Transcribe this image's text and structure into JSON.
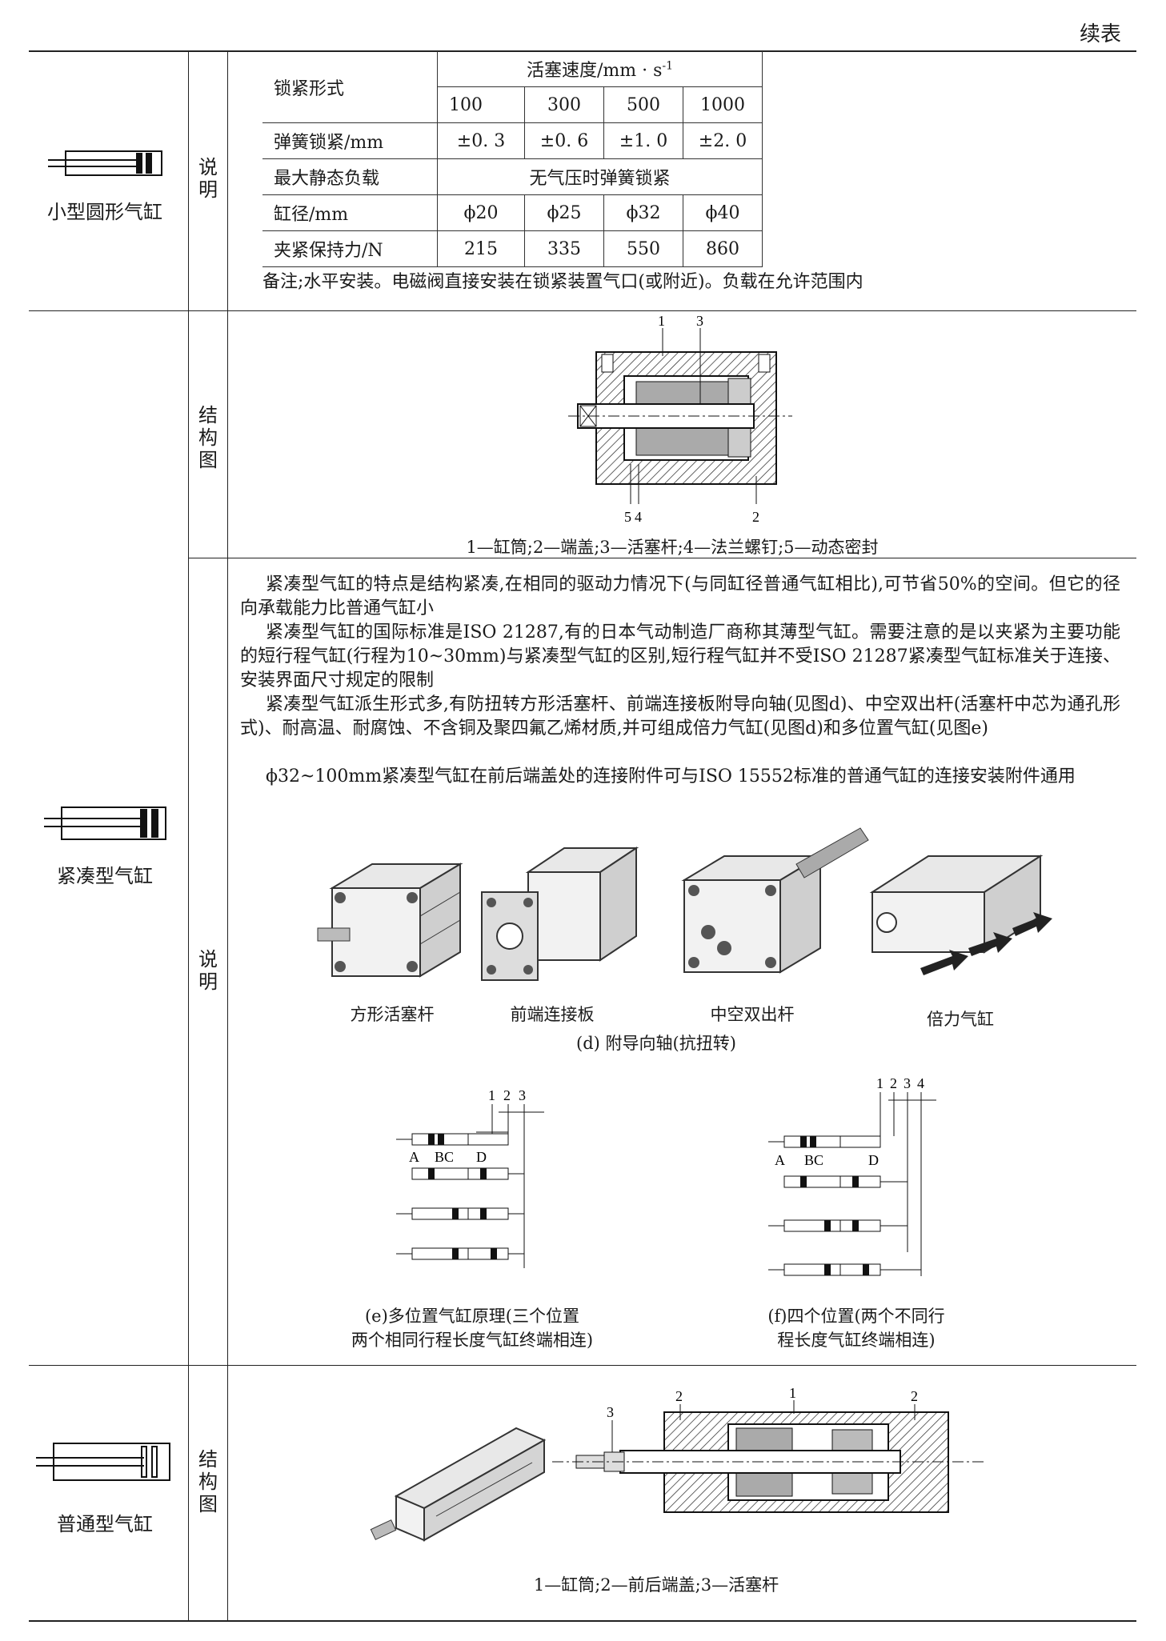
{
  "header": {
    "continued": "续表"
  },
  "row1": {
    "name": "小型圆形气缸",
    "label": [
      "说",
      "明"
    ],
    "table": {
      "lock_type": "锁紧形式",
      "speed_header": "活塞速度/mm · s",
      "speed_exp": "-1",
      "speeds": [
        "100",
        "300",
        "500",
        "1000"
      ],
      "rows": [
        {
          "label": "弹簧锁紧/mm",
          "values": [
            "±0. 3",
            "±0. 6",
            "±1. 0",
            "±2. 0"
          ]
        },
        {
          "label": "最大静态负载",
          "span": "无气压时弹簧锁紧"
        },
        {
          "label": "缸径/mm",
          "values": [
            "ϕ20",
            "ϕ25",
            "ϕ32",
            "ϕ40"
          ]
        },
        {
          "label": "夹紧保持力/N",
          "values": [
            "215",
            "335",
            "550",
            "860"
          ]
        }
      ]
    },
    "note": "备注;水平安装。电磁阀直接安装在锁紧装置气口(或附近)。负载在允许范围内"
  },
  "row2": {
    "label": [
      "结",
      "构",
      "图"
    ],
    "callouts": [
      "1",
      "3",
      "5",
      "4",
      "2"
    ],
    "caption": "1—缸筒;2—端盖;3—活塞杆;4—法兰螺钉;5—动态密封"
  },
  "row3": {
    "name": "紧凑型气缸",
    "label": [
      "说",
      "明"
    ],
    "paragraphs": [
      "紧凑型气缸的特点是结构紧凑,在相同的驱动力情况下(与同缸径普通气缸相比),可节省50%的空间。但它的径向承载能力比普通气缸小",
      "紧凑型气缸的国际标准是ISO 21287,有的日本气动制造厂商称其薄型气缸。需要注意的是以夹紧为主要功能的短行程气缸(行程为10~30mm)与紧凑型气缸的区别,短行程气缸并不受ISO 21287紧凑型气缸标准关于连接、安装界面尺寸规定的限制",
      "紧凑型气缸派生形式多,有防扭转方形活塞杆、前端连接板附导向轴(见图d)、中空双出杆(活塞杆中芯为通孔形式)、耐高温、耐腐蚀、不含铜及聚四氟乙烯材质,并可组成倍力气缸(见图d)和多位置气缸(见图e)",
      "ϕ32~100mm紧凑型气缸在前后端盖处的连接附件可与ISO 15552标准的普通气缸的连接安装附件通用"
    ],
    "products": [
      "方形活塞杆",
      "前端连接板",
      "中空双出杆",
      "倍力气缸"
    ],
    "fig_d": "(d) 附导向轴(抗扭转)",
    "fig_e": {
      "nums": [
        "1",
        "2",
        "3"
      ],
      "letters": [
        "A",
        "BC",
        "D"
      ],
      "caption": [
        "(e)多位置气缸原理(三个位置",
        "两个相同行程长度气缸终端相连)"
      ]
    },
    "fig_f": {
      "nums": [
        "1",
        "2",
        "3",
        "4"
      ],
      "letters": [
        "A",
        "BC",
        "D"
      ],
      "caption": [
        "(f)四个位置(两个不同行",
        "程长度气缸终端相连)"
      ]
    }
  },
  "row4": {
    "name": "普通型气缸",
    "label": [
      "结",
      "构",
      "图"
    ],
    "callouts": [
      "3",
      "2",
      "1",
      "2"
    ],
    "caption": "1—缸筒;2—前后端盖;3—活塞杆"
  }
}
